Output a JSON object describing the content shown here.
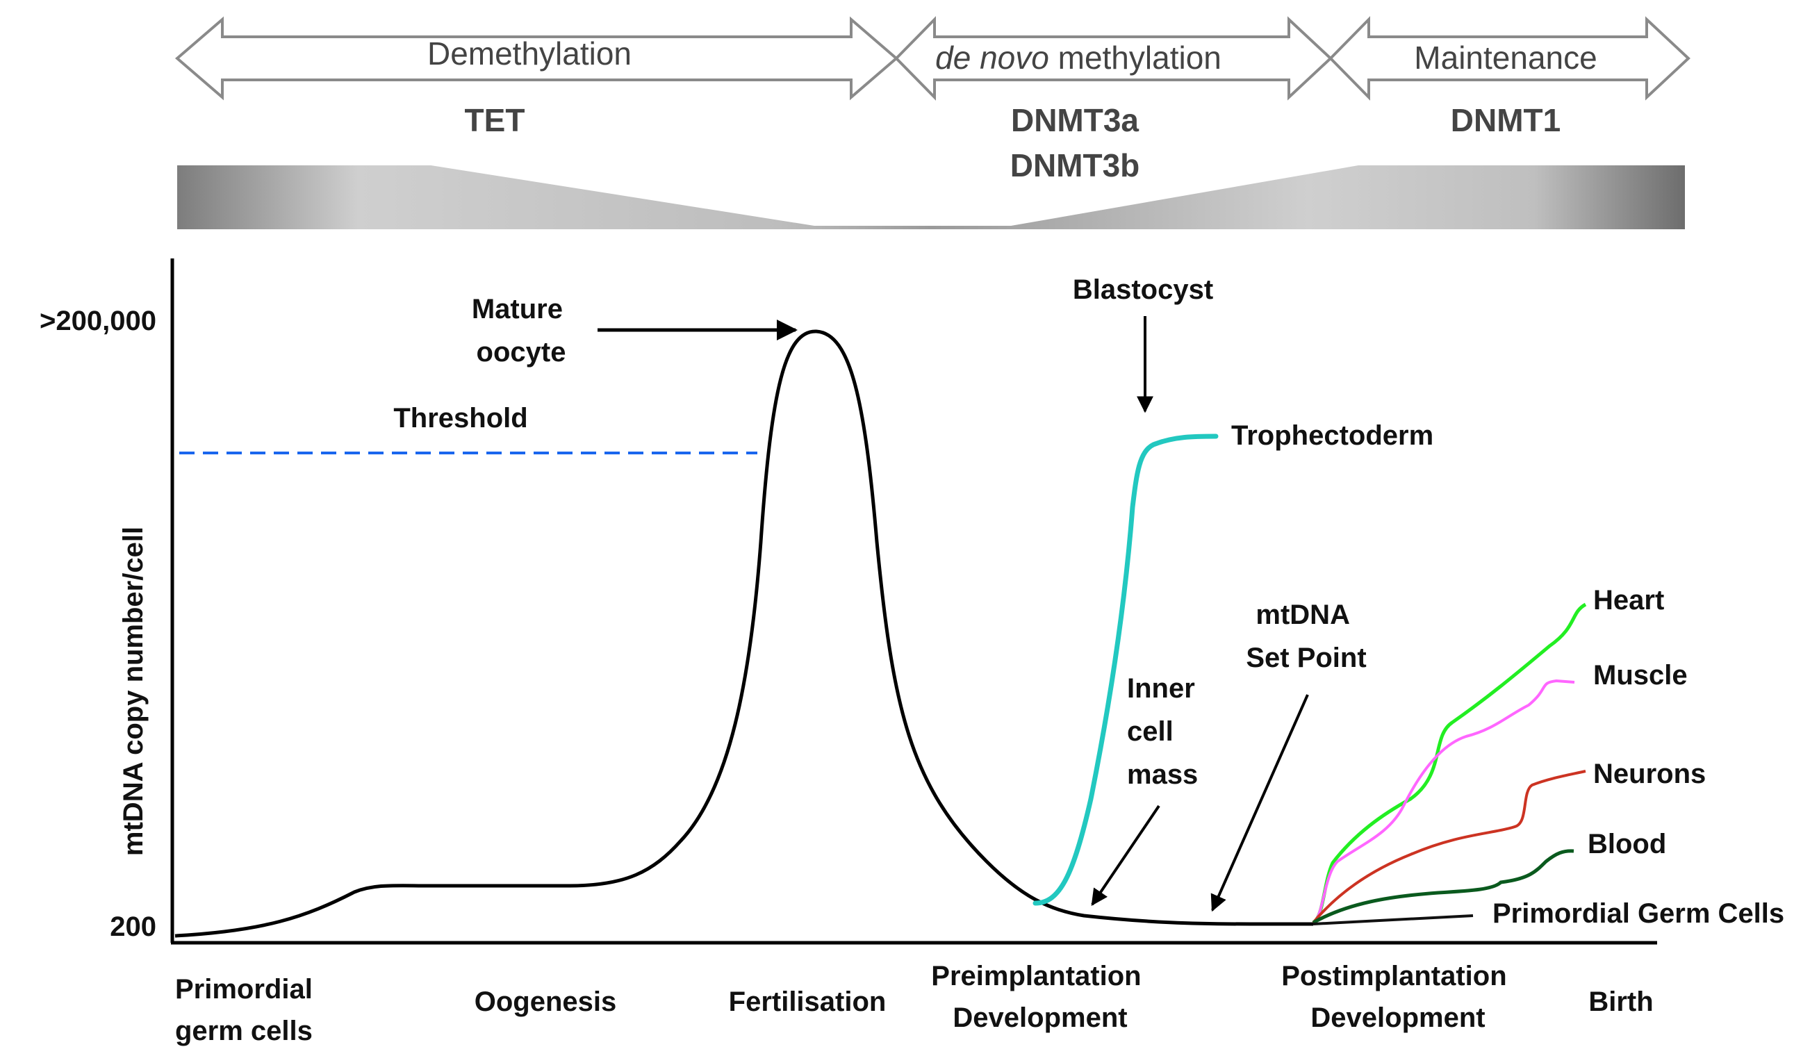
{
  "phases": {
    "demethylation": "Demethylation",
    "de_novo_italic": "de novo",
    "de_novo_rest": " methylation",
    "maintenance": "Maintenance"
  },
  "enzymes": {
    "tet": "TET",
    "dnmt3a": "DNMT3a",
    "dnmt3b": "DNMT3b",
    "dnmt1": "DNMT1"
  },
  "y_axis": {
    "title": "mtDNA copy number/cell",
    "tick_high": ">200,000",
    "tick_low": "200"
  },
  "x_axis": {
    "stages": [
      [
        "Primordial",
        "germ cells"
      ],
      [
        "Oogenesis"
      ],
      [
        "Fertilisation"
      ],
      [
        "Preimplantation",
        "Development"
      ],
      [
        "Postimplantation",
        "Development"
      ],
      [
        "Birth"
      ]
    ]
  },
  "annotations": {
    "mature_oocyte": [
      "Mature",
      "oocyte"
    ],
    "threshold": "Threshold",
    "blastocyst": "Blastocyst",
    "trophectoderm": "Trophectoderm",
    "inner_cell_mass": [
      "Inner",
      "cell",
      "mass"
    ],
    "set_point": [
      "mtDNA",
      "Set Point"
    ]
  },
  "lineages": [
    {
      "name": "Heart",
      "color": "#22ee22"
    },
    {
      "name": "Muscle",
      "color": "#ff66ff"
    },
    {
      "name": "Neurons",
      "color": "#cc3322"
    },
    {
      "name": "Blood",
      "color": "#0a5a1e"
    },
    {
      "name": "Primordial Germ Cells",
      "color": "#111111"
    }
  ],
  "colors": {
    "main_curve": "#000000",
    "trophectoderm": "#22c8c0",
    "threshold": "#1a66ee",
    "arrow_outline": "#8a8a8a"
  }
}
